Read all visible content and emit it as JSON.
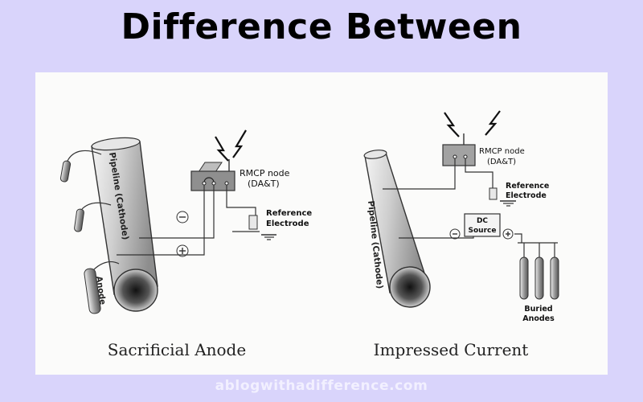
{
  "title": "Difference Between",
  "footer": "ablogwithadifference.com",
  "left": {
    "caption": "Sacrificial Anode",
    "pipeline_label": "Pipeline (Cathode)",
    "anode_label": "Anode",
    "node_line1": "RMCP node",
    "node_line2": "(DA&T)",
    "ref_line1": "Reference",
    "ref_line2": "Electrode",
    "minus": "−",
    "plus": "+"
  },
  "right": {
    "caption": "Impressed Current",
    "pipeline_label": "Pipeline (Cathode)",
    "node_line1": "RMCP node",
    "node_line2": "(DA&T)",
    "ref_line1": "Reference",
    "ref_line2": "Electrode",
    "dc_line1": "DC",
    "dc_line2": "Source",
    "minus": "−",
    "plus": "+",
    "anodes_line1": "Buried",
    "anodes_line2": "Anodes"
  }
}
